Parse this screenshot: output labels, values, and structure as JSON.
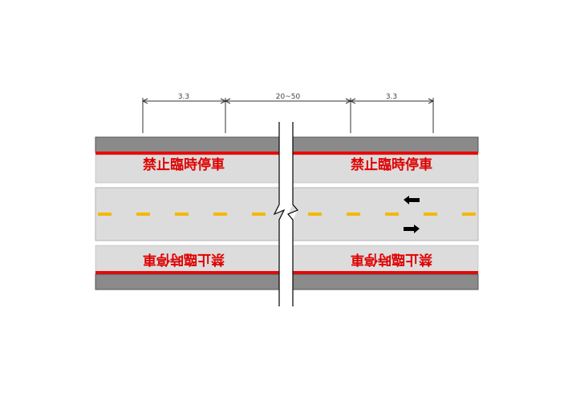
{
  "dimensions": {
    "left_lane_width": "3.3",
    "median_gap": "20~50",
    "right_lane_width": "3.3"
  },
  "markings": {
    "no_stopping_text": "禁止臨時停車"
  },
  "colors": {
    "road_edge": "#8a8a8a",
    "lane_fill": "#dcdcdc",
    "red_line": "#ee0000",
    "center_dash": "#f5b800",
    "arrow": "#000000",
    "text_red": "#e00000"
  },
  "icons": {
    "westbound_arrow": "arrow-left-icon",
    "eastbound_arrow": "arrow-right-icon"
  }
}
